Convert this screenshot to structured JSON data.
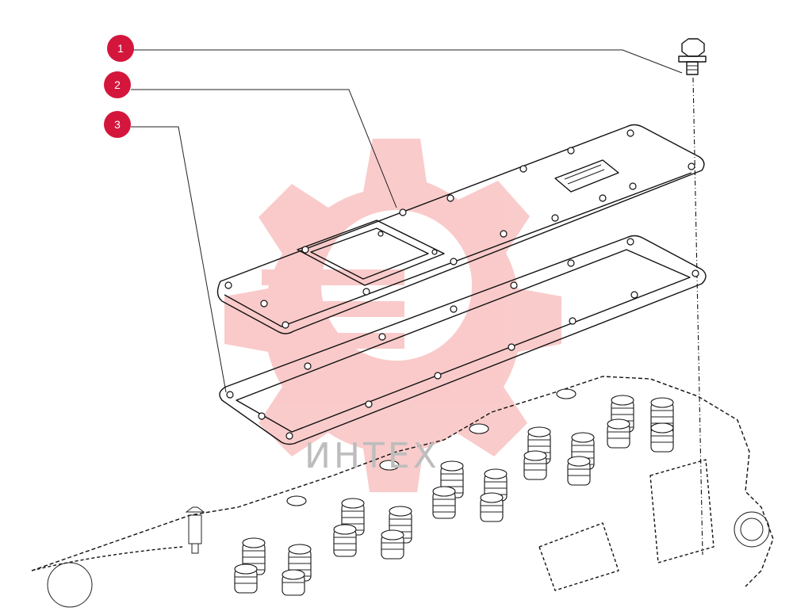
{
  "callouts": [
    {
      "label": "1",
      "part": "bolt"
    },
    {
      "label": "2",
      "part": "intake-cover-plate"
    },
    {
      "label": "3",
      "part": "gasket"
    }
  ],
  "watermark": {
    "text": "ИНТЕХ",
    "color": "#f26b6b"
  },
  "colors": {
    "callout": "#d4163c",
    "line": "#111111",
    "background": "#ffffff"
  }
}
